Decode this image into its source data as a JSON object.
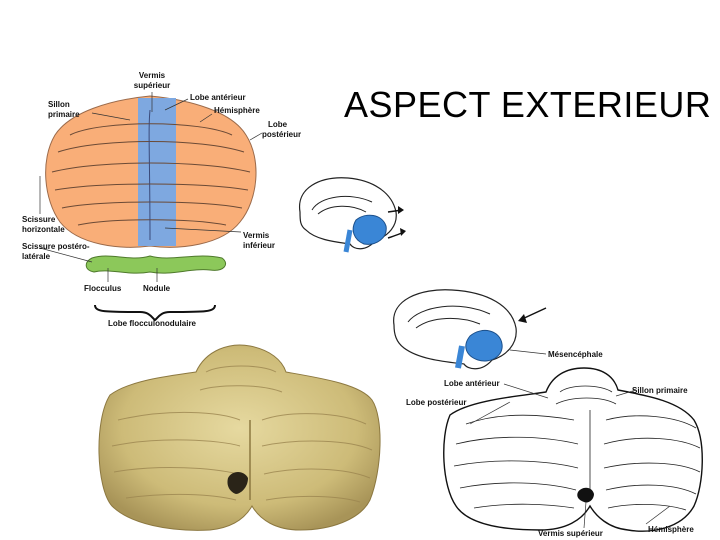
{
  "slide": {
    "title": "ASPECT EXTERIEUR"
  },
  "diagram_top_left": {
    "labels": {
      "vermis_superieur_l1": "Vermis",
      "vermis_superieur_l2": "supérieur",
      "sillon_primaire_l1": "Sillon",
      "sillon_primaire_l2": "primaire",
      "lobe_anterieur": "Lobe antérieur",
      "hemisphere": "Hémisphère",
      "lobe_posterieur_l1": "Lobe",
      "lobe_posterieur_l2": "postérieur",
      "scissure_horizontale_l1": "Scissure",
      "scissure_horizontale_l2": "horizontale",
      "scissure_postero_l1": "Scissure postéro-",
      "scissure_postero_l2": "latérale",
      "vermis_inferieur_l1": "Vermis",
      "vermis_inferieur_l2": "inférieur",
      "flocculus": "Flocculus",
      "nodule": "Nodule",
      "lobe_flocculonodulaire": "Lobe flocculonodulaire"
    },
    "colors": {
      "hemisphere_fill": "#f9ae78",
      "vermis_fill": "#7ea8e0",
      "flocculonodular_fill": "#8cc85a"
    }
  },
  "diagram_bottom_right": {
    "labels": {
      "mesencephale": "Mésencéphale",
      "lobe_anterieur": "Lobe antérieur",
      "sillon_primaire": "Sillon primaire",
      "lobe_posterieur": "Lobe postérieur",
      "vermis_superieur": "Vermis supérieur",
      "hemisphere": "Hémisphère"
    }
  },
  "photo": {
    "colors": {
      "tissue": "#d8c98a",
      "tissue_dark": "#a89458"
    }
  }
}
